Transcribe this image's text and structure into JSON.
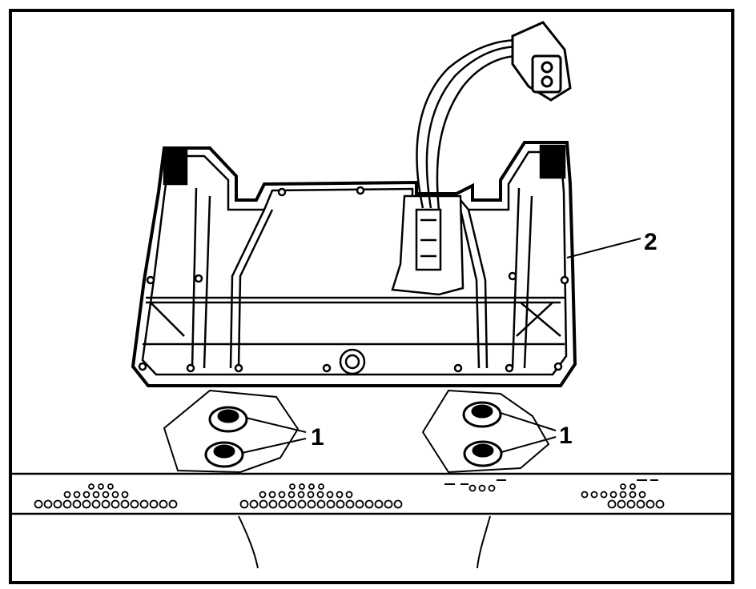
{
  "figure": {
    "callouts": [
      {
        "id": "fastener-left",
        "label": "1"
      },
      {
        "id": "fastener-right",
        "label": "1"
      },
      {
        "id": "lamp-housing",
        "label": "2"
      }
    ],
    "colors": {
      "ink": "#000000",
      "paper": "#ffffff"
    }
  }
}
